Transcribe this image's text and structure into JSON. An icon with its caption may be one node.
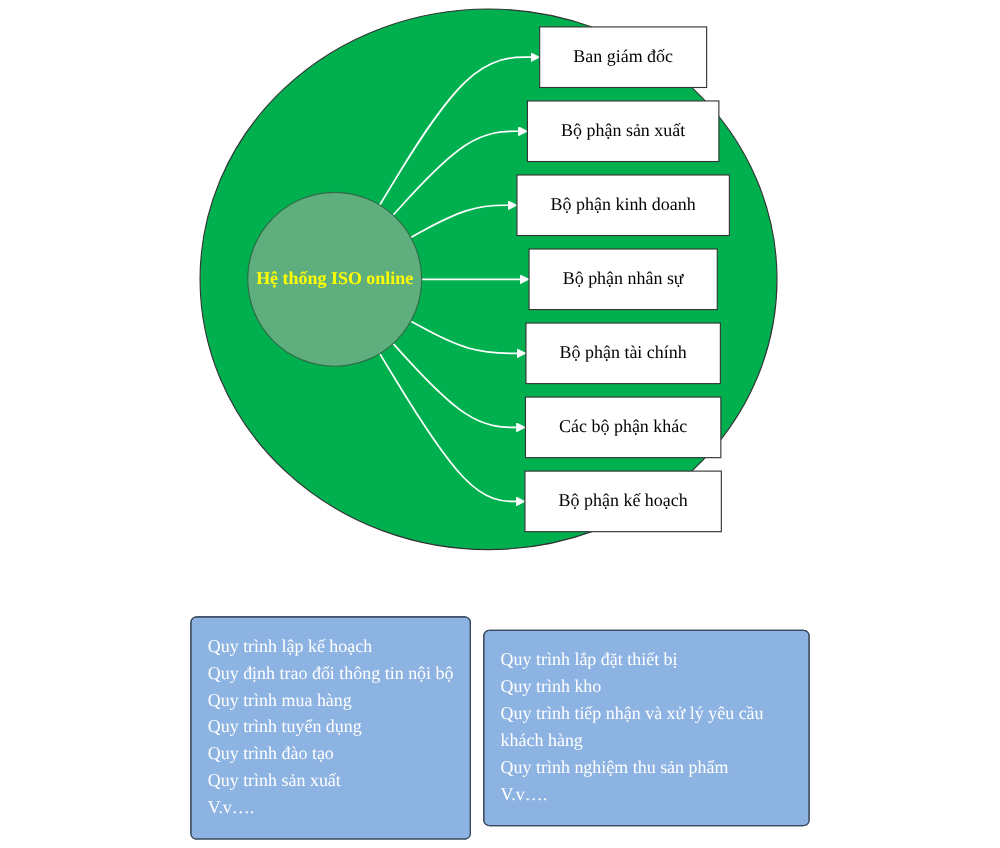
{
  "diagram": {
    "nodes": [
      {
        "text": [],
        "shape": "ellipse"
      },
      {
        "text": [
          "Hệ thống ISO online"
        ],
        "in": 0
      },
      {
        "text": [
          "Ban giám đốc"
        ],
        "in": 0
      },
      {
        "text": [
          "Bộ phận sản xuất"
        ],
        "in": 0
      },
      {
        "text": [
          "Bộ phận kinh doanh"
        ],
        "in": 0
      },
      {
        "text": [
          "Bộ phận nhân sự"
        ],
        "in": 0
      },
      {
        "text": [
          "Bộ phận tài chính"
        ],
        "in": 0
      },
      {
        "text": [
          "Các bộ phận khác"
        ],
        "in": 0
      },
      {
        "text": [
          "Bộ phận kế hoạch"
        ],
        "in": 0
      },
      {
        "text": [
          "Quy trình lập kế hoạch",
          "Quy định trao đổi thông tin nội bộ",
          "Quy trình mua hàng",
          "Quy trình tuyển dụng",
          "Quy trình đào tạo",
          "Quy trình sản xuất",
          "V.v…."
        ]
      },
      {
        "text": [
          "Quy trình lắp đặt thiết bị",
          "Quy trình kho",
          "Quy trình tiếp nhận và xử lý yêu cầu khách hàng",
          "Quy trình nghiệm thu sản phẩm",
          "V.v…."
        ]
      }
    ],
    "edges": [
      {
        "from": 1,
        "to": 2,
        "arrow": "to"
      },
      {
        "from": 1,
        "to": 3,
        "arrow": "to"
      },
      {
        "from": 1,
        "to": 4,
        "arrow": "to"
      },
      {
        "from": 1,
        "to": 5,
        "arrow": "to"
      },
      {
        "from": 1,
        "to": 6,
        "arrow": "to"
      },
      {
        "from": 1,
        "to": 7,
        "arrow": "to"
      },
      {
        "from": 1,
        "to": 8,
        "arrow": "to"
      }
    ]
  }
}
